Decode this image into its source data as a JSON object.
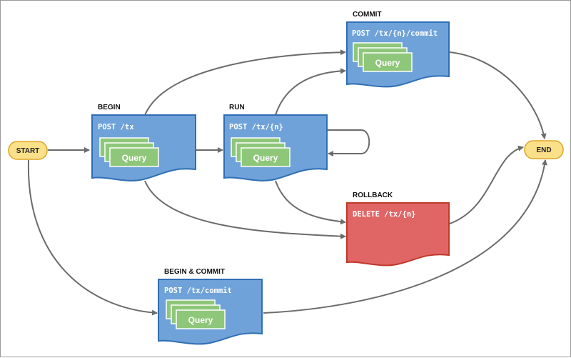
{
  "colors": {
    "box_blue": "#6fa2d8",
    "box_blue_border": "#2f6eb5",
    "box_red": "#e06666",
    "box_red_border": "#c0392b",
    "query_green": "#8fc77a",
    "query_border": "#ffffff",
    "pill_fill": "#fbe08a",
    "pill_border": "#e0a526",
    "arrow": "#6b6b6b"
  },
  "start": {
    "label": "START"
  },
  "end": {
    "label": "END"
  },
  "begin": {
    "title": "BEGIN",
    "endpoint": "POST /tx",
    "query": "Query"
  },
  "run": {
    "title": "RUN",
    "endpoint": "POST /tx/{n}",
    "query": "Query"
  },
  "commit": {
    "title": "COMMIT",
    "endpoint": "POST /tx/{n}/commit",
    "query": "Query"
  },
  "rollback": {
    "title": "ROLLBACK",
    "endpoint": "DELETE /tx/{n}"
  },
  "begin_commit": {
    "title": "BEGIN & COMMIT",
    "endpoint": "POST /tx/commit",
    "query": "Query"
  }
}
